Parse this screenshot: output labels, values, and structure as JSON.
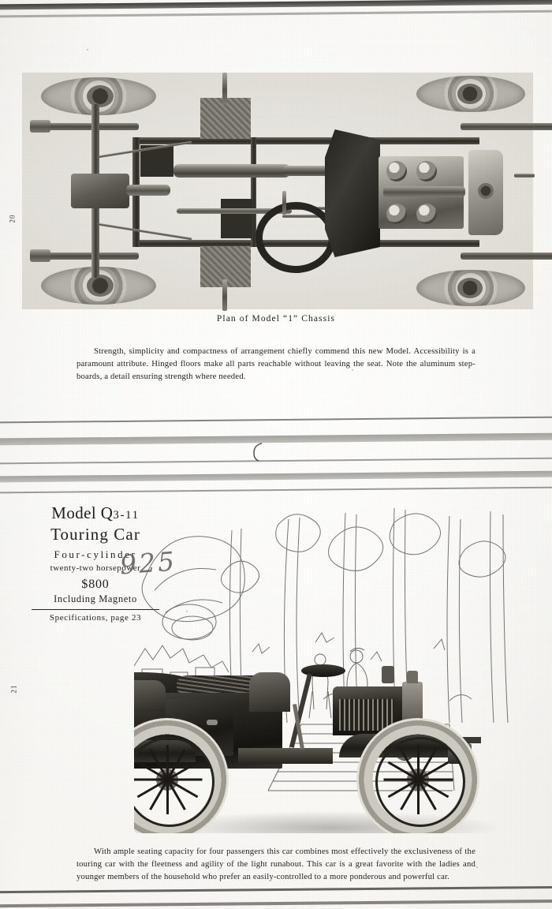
{
  "page": {
    "background_color": "#f6f5f2",
    "ink_color": "#242220",
    "folio_top": "20",
    "folio_bottom": "21"
  },
  "top_section": {
    "figure_title": "Plan of Model “1” Chassis",
    "caption": "Strength, simplicity and compactness of arrangement chiefly commend this new Model. Accessibility is a paramount attribute. Hinged floors make all parts reachable without leaving the seat. Note the aluminum step-boards, a detail ensuring strength where needed."
  },
  "bottom_section": {
    "model": {
      "name_prefix": "Model",
      "name_letter": "Q",
      "name_number": "3-11",
      "type": "Touring Car",
      "cylinders": "Four-cylinder",
      "horsepower": "twenty-two horsepower",
      "price": "$800",
      "price_note": "Including Magneto",
      "specifications": "Specifications, page 23"
    },
    "annotation": "925",
    "caption": "With ample seating capacity for four passengers this car combines most effectively the exclusiveness of the touring car with the fleetness and agility of the light runabout. This car is a great favorite with the ladies and younger members of the household who prefer an easily-controlled to a more ponderous and powerful car."
  }
}
